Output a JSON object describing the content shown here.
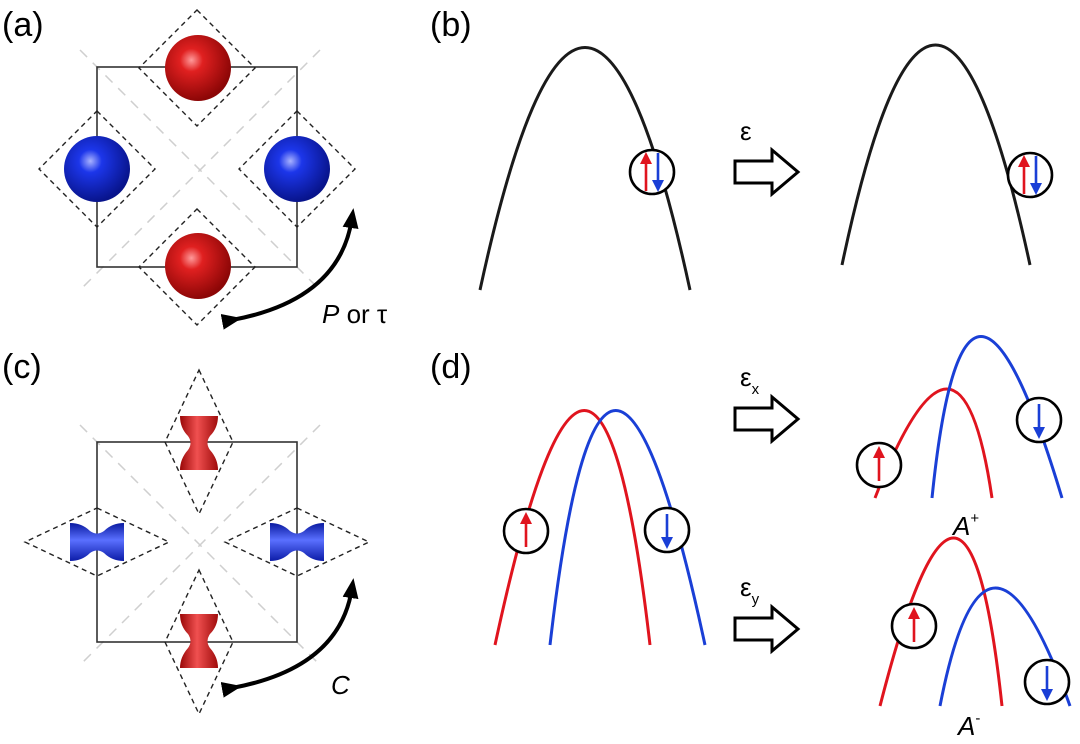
{
  "panels": {
    "a": {
      "label": "(a)",
      "operation": {
        "italic": "P",
        "rest": " or τ"
      }
    },
    "b": {
      "label": "(b)",
      "strain": "ε"
    },
    "c": {
      "label": "(c)",
      "operation": "C"
    },
    "d": {
      "label": "(d)",
      "strain_x": {
        "base": "ε",
        "sub": "x"
      },
      "strain_y": {
        "base": "ε",
        "sub": "y"
      },
      "result_x": {
        "base": "A",
        "sup": "+"
      },
      "result_y": {
        "base": "A",
        "sup": "-"
      }
    }
  },
  "colors": {
    "spin_up": "#e0141e",
    "spin_down": "#1a3fd6",
    "band": "#1a1a1a",
    "guide": "#cccccc",
    "atom_red": "#d81818",
    "atom_blue": "#1530e0"
  }
}
